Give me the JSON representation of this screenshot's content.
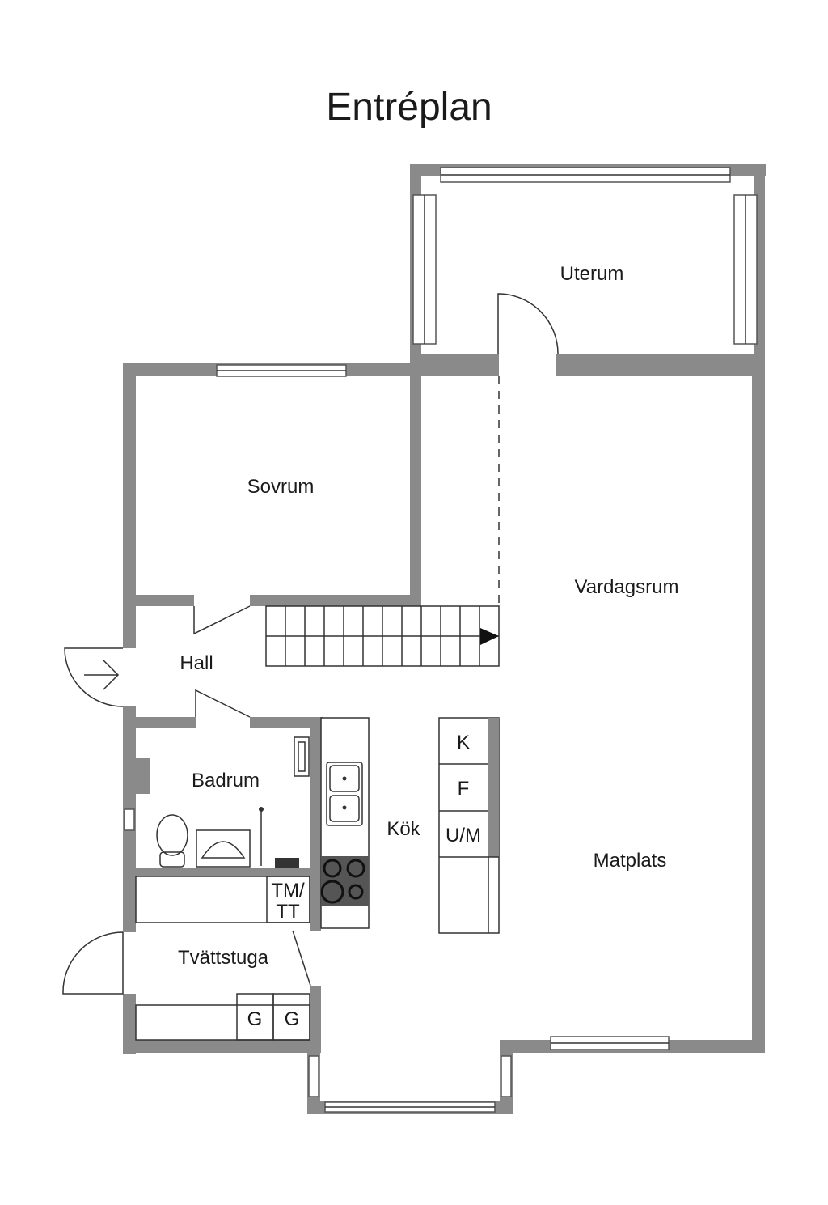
{
  "title": "Entréplan",
  "rooms": {
    "uterum": "Uterum",
    "sovrum": "Sovrum",
    "vardagsrum": "Vardagsrum",
    "hall": "Hall",
    "badrum": "Badrum",
    "kok": "Kök",
    "matplats": "Matplats",
    "tvattstuga": "Tvättstuga"
  },
  "appliances": {
    "k": "K",
    "f": "F",
    "um": "U/M",
    "tm": "TM/",
    "tt": "TT",
    "g1": "G",
    "g2": "G"
  },
  "colors": {
    "wall": "#8a8a8a",
    "line": "#333333",
    "stove": "#555555",
    "background": "#ffffff"
  }
}
